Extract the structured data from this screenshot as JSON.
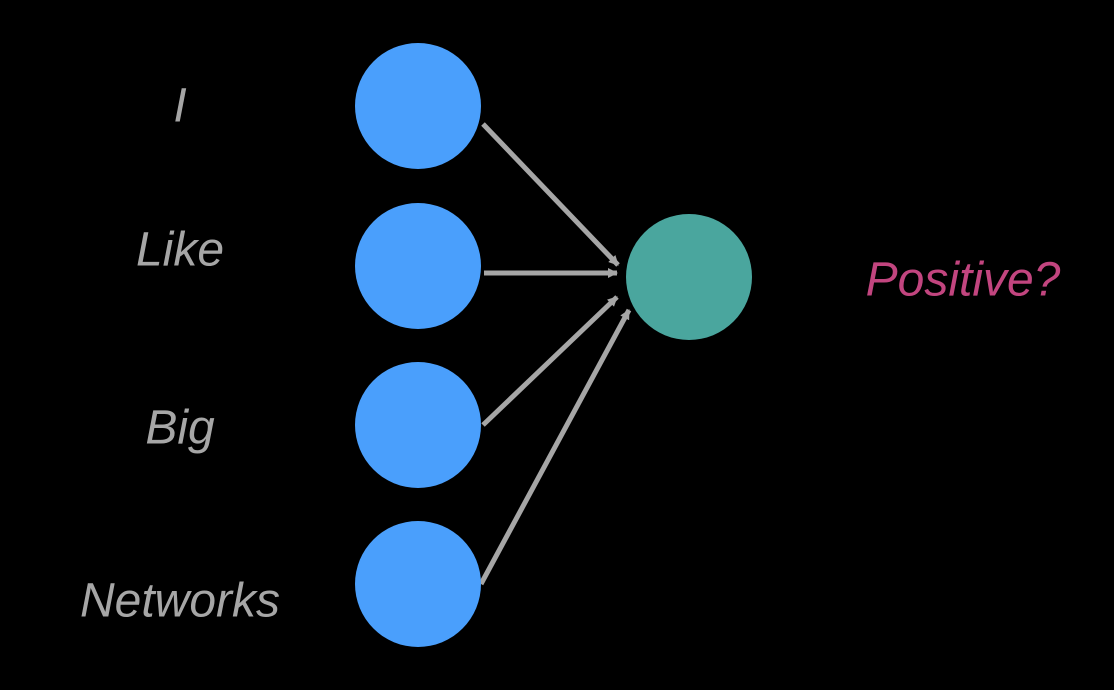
{
  "colors": {
    "background": "#000000",
    "input_node": "#4a9ffc",
    "output_node": "#4aa69e",
    "edge": "#a6a6a6",
    "input_label": "#a6a6a6",
    "output_label": "#c2457f"
  },
  "inputs": [
    {
      "label": "I"
    },
    {
      "label": "Like"
    },
    {
      "label": "Big"
    },
    {
      "label": "Networks"
    }
  ],
  "output": {
    "label": "Positive?"
  }
}
